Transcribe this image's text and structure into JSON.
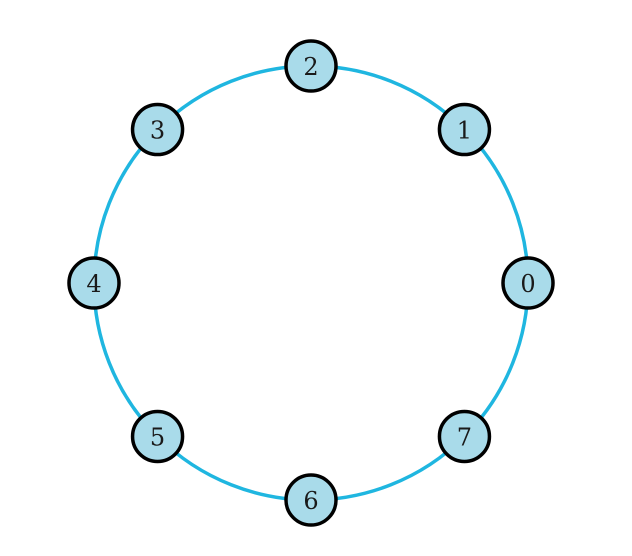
{
  "diagram": {
    "type": "ring",
    "colors": {
      "ring": "#1fb6e0",
      "node_fill": "#a9dbea",
      "node_stroke": "#000000",
      "label": "#1a1a1a",
      "background": "#ffffff"
    },
    "nodes": [
      {
        "label": "0"
      },
      {
        "label": "1"
      },
      {
        "label": "2"
      },
      {
        "label": "3"
      },
      {
        "label": "4"
      },
      {
        "label": "5"
      },
      {
        "label": "6"
      },
      {
        "label": "7"
      }
    ]
  }
}
